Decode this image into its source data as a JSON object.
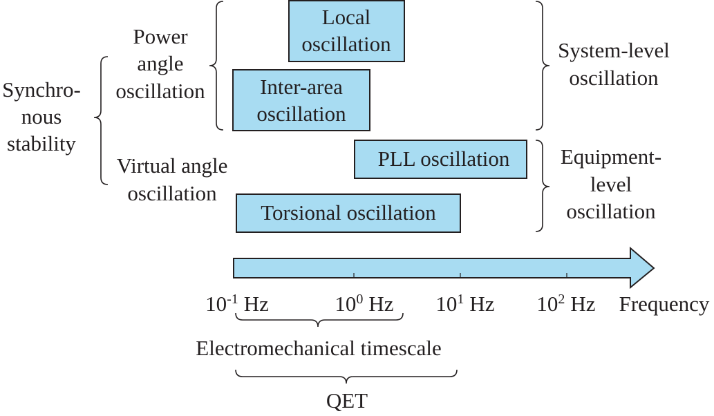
{
  "left_labels": {
    "synchronous": [
      "Synchro-",
      "nous",
      "stability"
    ],
    "power_angle": [
      "Power",
      "angle",
      "oscillation"
    ],
    "virtual_angle": [
      "Virtual angle",
      "oscillation"
    ]
  },
  "boxes": {
    "local": [
      "Local",
      "oscillation"
    ],
    "inter_area": [
      "Inter-area",
      "oscillation"
    ],
    "pll": "PLL oscillation",
    "torsional": "Torsional oscillation"
  },
  "right_labels": {
    "system_level": [
      "System-level",
      "oscillation"
    ],
    "equipment_level": [
      "Equipment-",
      "level",
      "oscillation"
    ]
  },
  "axis": {
    "ticks": [
      {
        "base": "10",
        "exp": "-1",
        "unit": "Hz"
      },
      {
        "base": "10",
        "exp": "0",
        "unit": "Hz"
      },
      {
        "base": "10",
        "exp": "1",
        "unit": "Hz"
      },
      {
        "base": "10",
        "exp": "2",
        "unit": "Hz"
      }
    ],
    "label": "Frequency"
  },
  "timescales": {
    "electromechanical": "Electromechanical timescale",
    "qet": "QET"
  },
  "colors": {
    "box_fill": "#a8dcf2",
    "stroke": "#231f20"
  }
}
